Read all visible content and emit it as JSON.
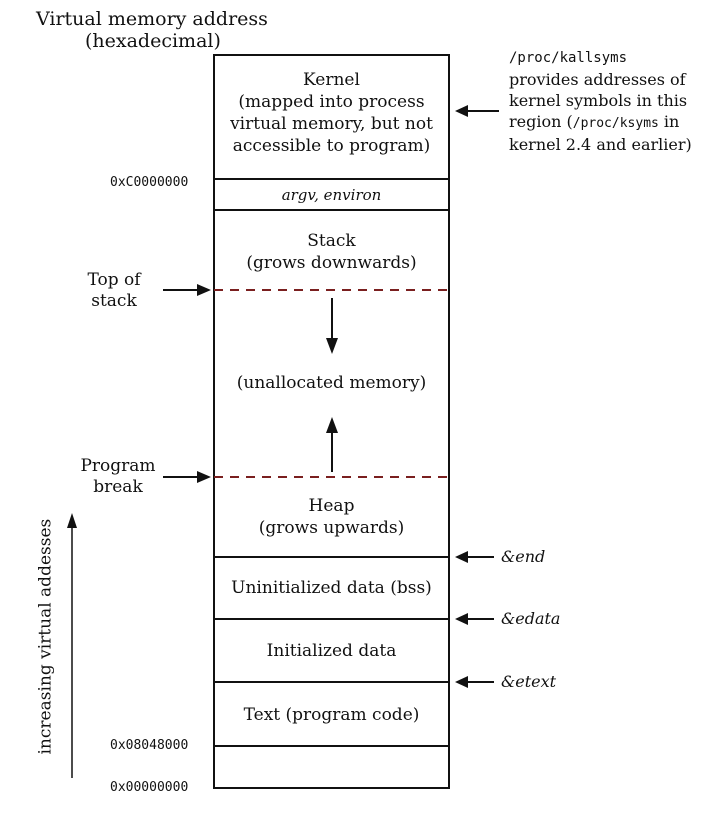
{
  "diagram": {
    "header": {
      "title_line1": "Virtual memory address",
      "title_line2": "(hexadecimal)"
    },
    "segments": {
      "kernel": "Kernel\n(mapped into process\nvirtual memory, but not\naccessible to program)",
      "argv": "argv, environ",
      "stack": "Stack\n(grows downwards)",
      "unallocated": "(unallocated memory)",
      "heap": "Heap\n(grows upwards)",
      "bss": "Uninitialized data (bss)",
      "initialized": "Initialized data",
      "text": "Text (program code)"
    },
    "addresses": {
      "kernel_base": "0xC0000000",
      "text_base": "0x08048000",
      "zero": "0x00000000"
    },
    "left_labels": {
      "top_of_stack": "Top of\nstack",
      "program_break": "Program\nbreak",
      "axis": "increasing virtual addesses"
    },
    "right_labels": {
      "kallsyms_path": "/proc/kallsyms",
      "kallsyms_line2": "provides addresses of",
      "kallsyms_line3": "kernel symbols in this",
      "kallsyms_line4a": "region (",
      "ksyms_path": "/proc/ksyms",
      "kallsyms_line4b": " in",
      "kallsyms_line5": "kernel 2.4 and earlier)",
      "end": "&end",
      "edata": "&edata",
      "etext": "&etext"
    }
  }
}
